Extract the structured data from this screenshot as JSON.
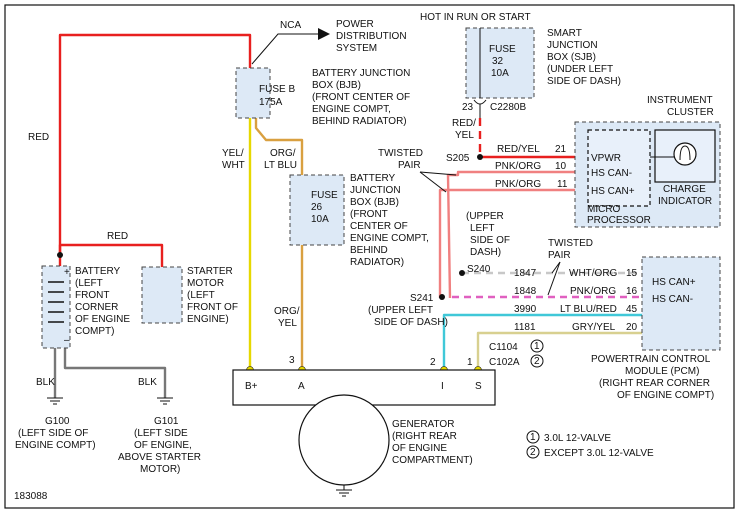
{
  "diagram": {
    "figure_id": "183088",
    "components": {
      "battery": {
        "label": [
          "BATTERY",
          "(LEFT",
          "FRONT",
          "CORNER",
          "OF ENGINE",
          "COMPT)"
        ]
      },
      "starter": {
        "label": [
          "STARTER",
          "MOTOR",
          "(LEFT",
          "FRONT OF",
          "ENGINE)"
        ]
      },
      "bjb_top": {
        "fuse": [
          "FUSE B",
          "175A"
        ],
        "label": [
          "BATTERY JUNCTION",
          "BOX (BJB)",
          "(FRONT CENTER OF",
          "ENGINE COMPT,",
          "BEHIND RADIATOR)"
        ]
      },
      "bjb_mid": {
        "fuse": [
          "FUSE",
          "26",
          "10A"
        ],
        "label": [
          "BATTERY",
          "JUNCTION",
          "BOX (BJB)",
          "(FRONT",
          "CENTER OF",
          "ENGINE COMPT,",
          "BEHIND",
          "RADIATOR)"
        ]
      },
      "sjb": {
        "fuse": [
          "FUSE",
          "32",
          "10A"
        ],
        "label": [
          "SMART",
          "JUNCTION",
          "BOX (SJB)",
          "(UNDER LEFT",
          "SIDE OF DASH)"
        ],
        "header": "HOT IN RUN OR START"
      },
      "cluster": {
        "title": [
          "INSTRUMENT",
          "CLUSTER"
        ],
        "pins": [
          "VPWR",
          "HS CAN-",
          "HS CAN+"
        ],
        "micro": [
          "MICRO",
          "PROCESSOR"
        ],
        "indicator": [
          "CHARGE",
          "INDICATOR"
        ]
      },
      "pcm": {
        "pins": [
          "HS CAN+",
          "HS CAN-"
        ],
        "label": [
          "POWERTRAIN CONTROL",
          "MODULE (PCM)",
          "(RIGHT REAR CORNER",
          "OF ENGINE COMPT)"
        ]
      },
      "generator": {
        "terminals": [
          "B+",
          "A",
          "I",
          "S"
        ],
        "label": [
          "GENERATOR",
          "(RIGHT REAR",
          "OF ENGINE",
          "COMPARTMENT)"
        ]
      },
      "pds": {
        "label": [
          "POWER",
          "DISTRIBUTION",
          "SYSTEM"
        ]
      }
    },
    "grounds": {
      "g100": {
        "label": [
          "G100",
          "(LEFT SIDE OF",
          "ENGINE COMPT)"
        ]
      },
      "g101": {
        "label": [
          "G101",
          "(LEFT SIDE",
          "OF ENGINE,",
          "ABOVE STARTER",
          "MOTOR)"
        ]
      }
    },
    "wires": {
      "red_main": "RED",
      "red_starter": "RED",
      "blk1": "BLK",
      "blk2": "BLK",
      "nca": "NCA",
      "yel_wht": [
        "YEL/",
        "WHT"
      ],
      "org_ltblu": [
        "ORG/",
        "LT BLU"
      ],
      "org_yel": [
        "ORG/",
        "YEL"
      ],
      "red_yel_v": [
        "RED/",
        "YEL"
      ],
      "red_yel_h": "RED/YEL",
      "pnk_org_1": "PNK/ORG",
      "pnk_org_2": "PNK/ORG",
      "wht_org": "WHT/ORG",
      "pnk_org_3": "PNK/ORG",
      "lt_blu_red": "LT BLU/RED",
      "gry_yel": "GRY/YEL"
    },
    "circuits": [
      "1847",
      "1848",
      "3990",
      "1181"
    ],
    "pin_numbers": {
      "sjb_out": "23",
      "cluster": [
        "21",
        "10",
        "11"
      ],
      "pcm": [
        "15",
        "16",
        "45",
        "20"
      ],
      "gen_a": "3",
      "gen_i": "2",
      "gen_s": "1"
    },
    "connectors": {
      "sjb": "C2280B",
      "c1104": "C1104",
      "c102a": "C102A"
    },
    "splices": {
      "s205": "S205",
      "s240": "S240",
      "s241": "S241",
      "s240_loc": [
        "(UPPER",
        "LEFT",
        "SIDE OF",
        "DASH)"
      ],
      "s241_loc": [
        "(UPPER LEFT",
        "SIDE OF DASH)"
      ]
    },
    "twisted_pair": [
      "TWISTED",
      "PAIR"
    ],
    "notes": [
      {
        "num": "1",
        "text": "3.0L 12-VALVE"
      },
      {
        "num": "2",
        "text": "EXCEPT 3.0L 12-VALVE"
      }
    ],
    "colors": {
      "red": "#e8201f",
      "yellow": "#e6d800",
      "orange": "#d9a040",
      "pink": "#f08080",
      "pink_dash": "#e060c0",
      "gray": "#c8c8c8",
      "cyan": "#40c8d8",
      "tan": "#d8d090",
      "black": "#111111",
      "box_fill": "#dde9f6"
    }
  }
}
